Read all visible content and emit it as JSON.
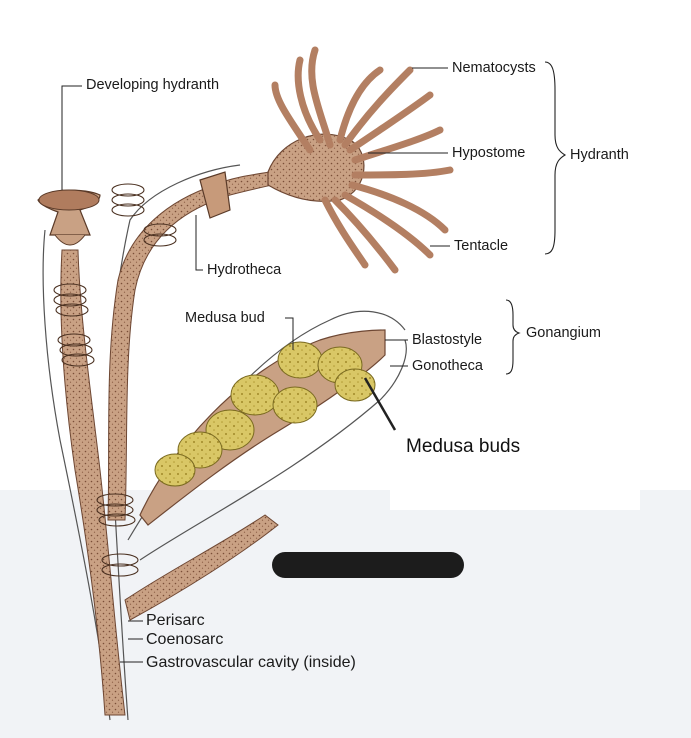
{
  "labels": {
    "developing_hydranth": "Developing hydranth",
    "nematocysts": "Nematocysts",
    "hypostome": "Hypostome",
    "hydranth": "Hydranth",
    "tentacle": "Tentacle",
    "hydrotheca": "Hydrotheca",
    "medusa_bud": "Medusa bud",
    "blastostyle": "Blastostyle",
    "gonangium": "Gonangium",
    "gonotheca": "Gonotheca",
    "medusa_buds": "Medusa buds",
    "perisarc": "Perisarc",
    "coenosarc": "Coenosarc",
    "gastrovascular_cavity": "Gastrovascular cavity (inside)"
  },
  "colors": {
    "stem": "#c79a7a",
    "stem_dark": "#8b5e45",
    "tentacle": "#c8957a",
    "bud": "#d8c35a",
    "background": "#ffffff",
    "redaction": "#1c1c1c"
  },
  "redaction_icon": "black-marker-redaction"
}
